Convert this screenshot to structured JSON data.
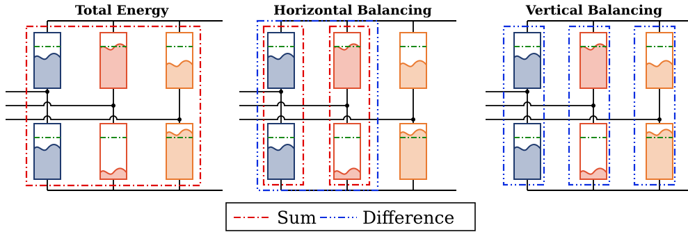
{
  "panels": [
    {
      "title": "Total Energy",
      "upper_levels": [
        0.55,
        0.72,
        0.42
      ],
      "lower_levels": [
        0.55,
        0.12,
        0.82
      ]
    },
    {
      "title": "Horizontal Balancing",
      "upper_levels": [
        0.55,
        0.72,
        0.42
      ],
      "lower_levels": [
        0.55,
        0.12,
        0.82
      ]
    },
    {
      "title": "Vertical Balancing",
      "upper_levels": [
        0.55,
        0.72,
        0.42
      ],
      "lower_levels": [
        0.55,
        0.12,
        0.82
      ]
    }
  ],
  "legend": {
    "sum_label": "Sum",
    "difference_label": "Difference"
  },
  "colors": {
    "phase_fills": [
      "#b4bfd4",
      "#f6c3b8",
      "#f8d2b8"
    ],
    "phase_strokes": [
      "#1f3a6e",
      "#e0502f",
      "#ea7a30"
    ],
    "reference_line": "#1a8a1a",
    "sum": "#e00000",
    "difference": "#0a2ee0"
  }
}
